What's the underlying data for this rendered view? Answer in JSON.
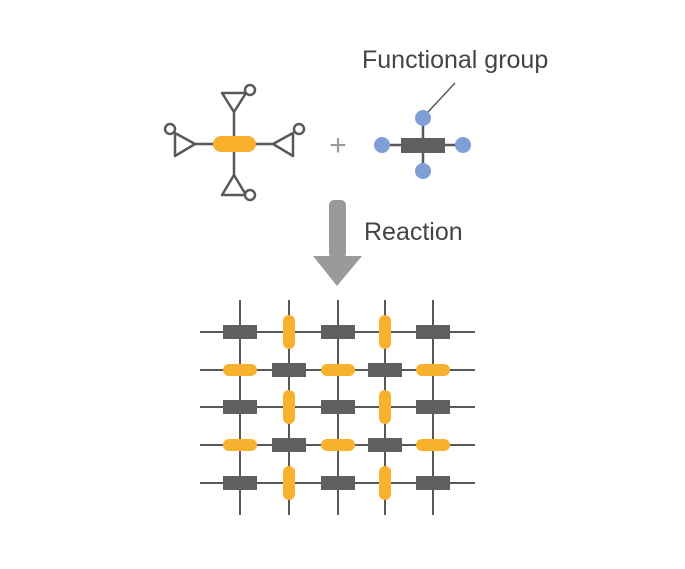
{
  "labels": {
    "functional_group": "Functional group",
    "reaction": "Reaction",
    "plus": "+"
  },
  "colors": {
    "line": "#595959",
    "dark_bar": "#5f5f5f",
    "yellow": "#f7b12d",
    "blue_node": "#7f9fd6",
    "arrow": "#9a9a9a",
    "text": "#444444"
  },
  "icons": {
    "epoxy_monomer": "tetra-epoxide-molecule",
    "crosslinker": "tetra-functional-crosslinker",
    "arrow": "down-arrow",
    "network": "crosslinked-network"
  },
  "network": {
    "rows": 5,
    "columns": 5
  }
}
